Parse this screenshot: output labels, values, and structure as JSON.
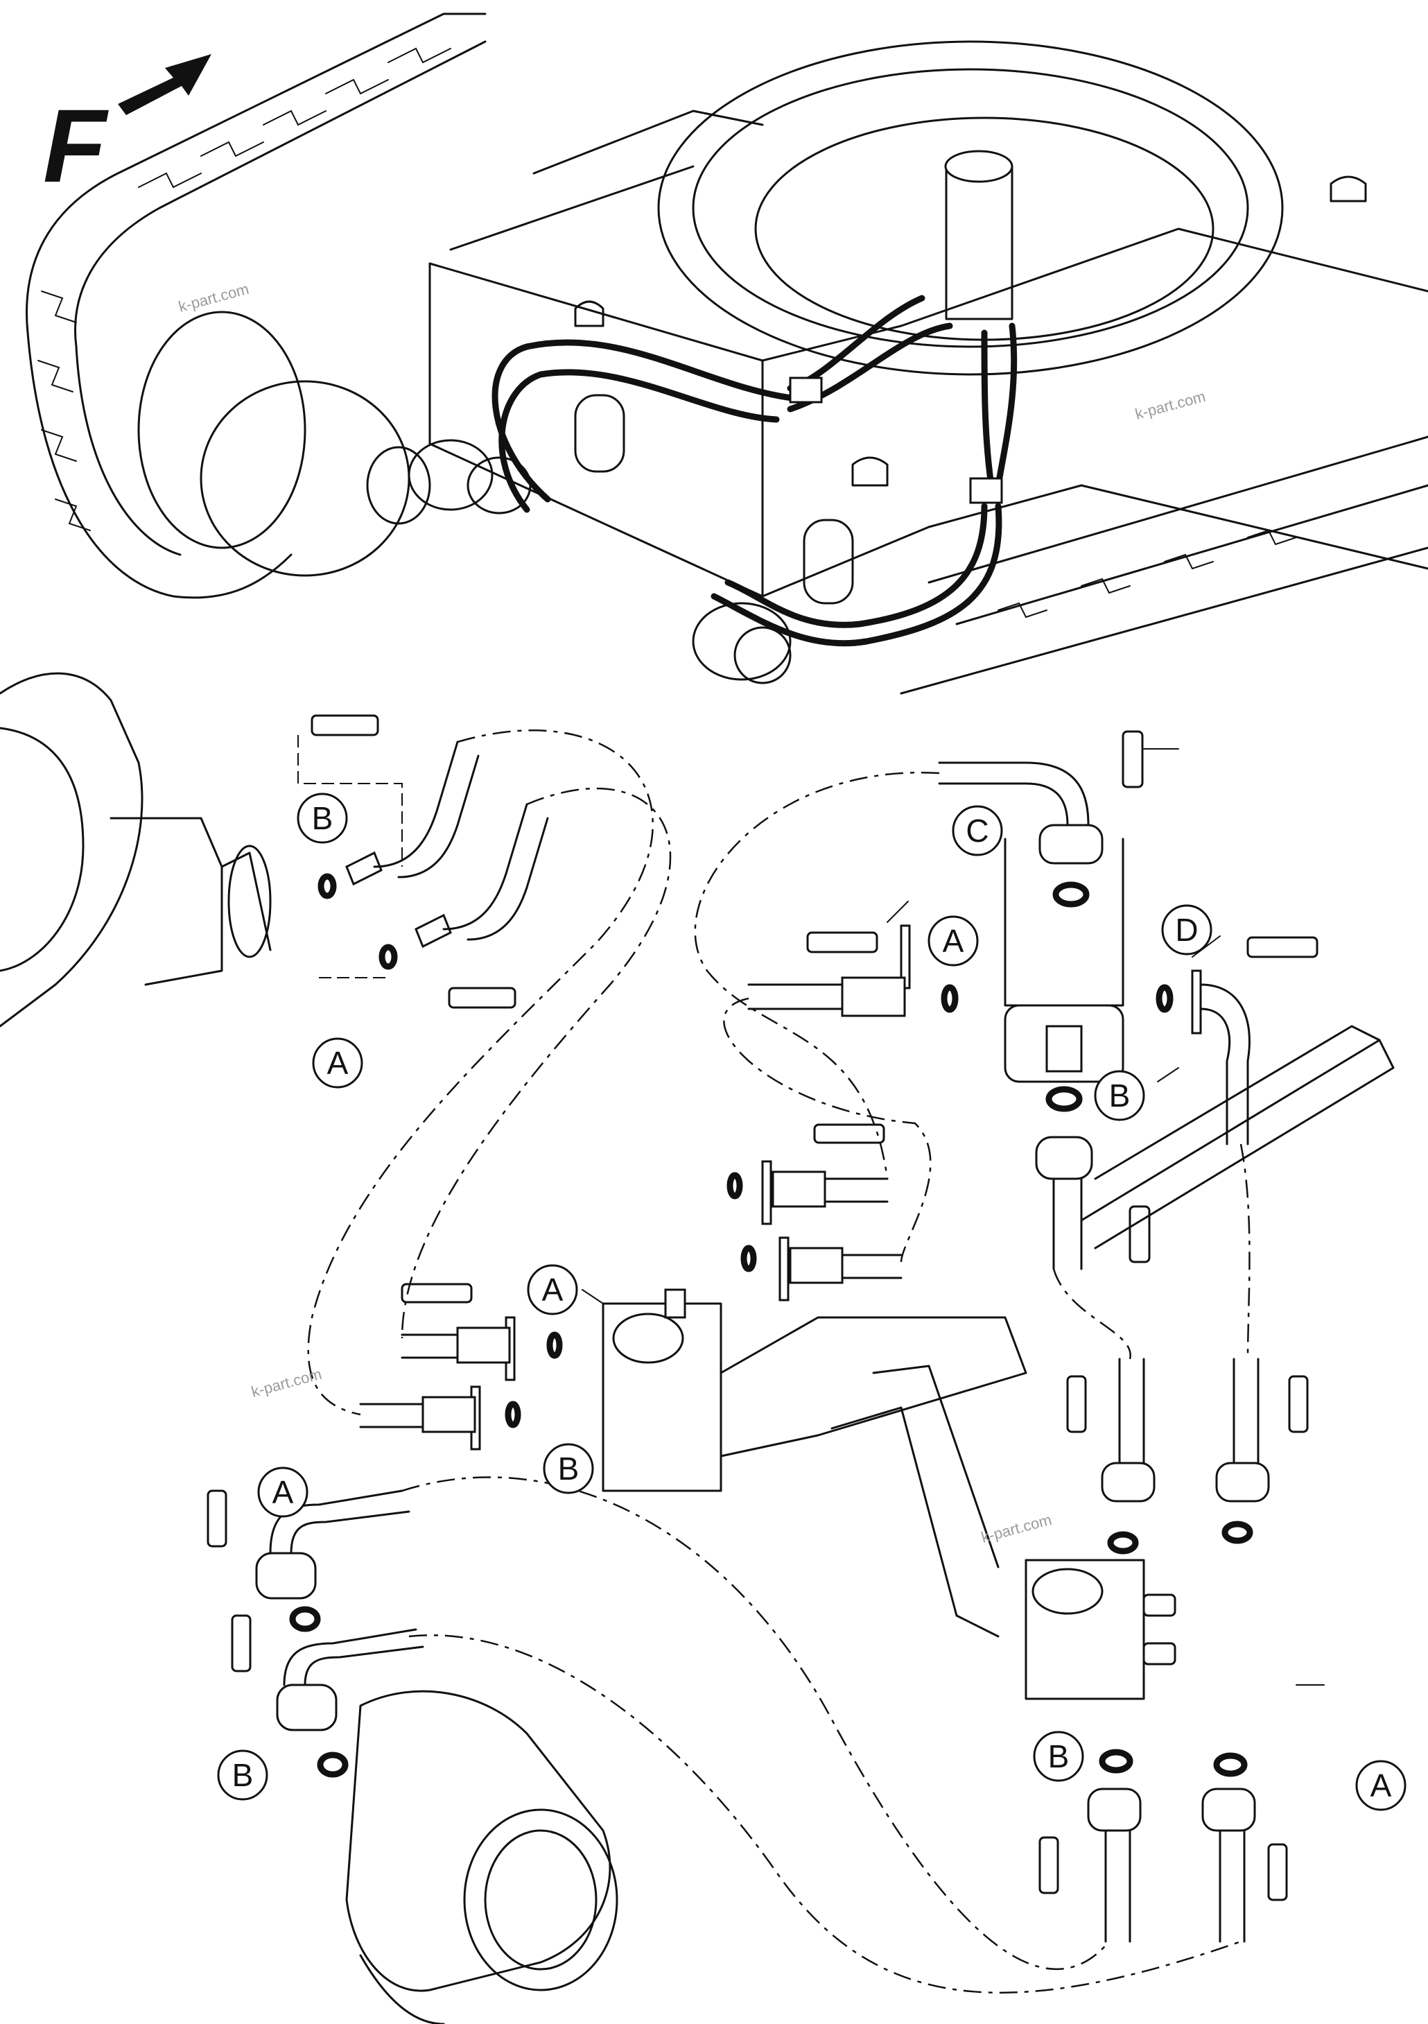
{
  "orientation_mark": {
    "letter": "F",
    "icon": "forward-arrow-icon"
  },
  "watermark": "k-part.com",
  "callouts": [
    {
      "id": "callout-b-left-motor",
      "label": "B"
    },
    {
      "id": "callout-a-left-motor",
      "label": "A"
    },
    {
      "id": "callout-c-swivel-top",
      "label": "C"
    },
    {
      "id": "callout-a-swivel-left",
      "label": "A"
    },
    {
      "id": "callout-d-swivel-right",
      "label": "D"
    },
    {
      "id": "callout-b-swivel-bottom",
      "label": "B"
    },
    {
      "id": "callout-a-center-block",
      "label": "A"
    },
    {
      "id": "callout-b-center-block",
      "label": "B"
    },
    {
      "id": "callout-a-lower-left",
      "label": "A"
    },
    {
      "id": "callout-b-lower-left",
      "label": "B"
    },
    {
      "id": "callout-b-lower-right",
      "label": "B"
    },
    {
      "id": "callout-a-lower-right",
      "label": "A"
    }
  ]
}
